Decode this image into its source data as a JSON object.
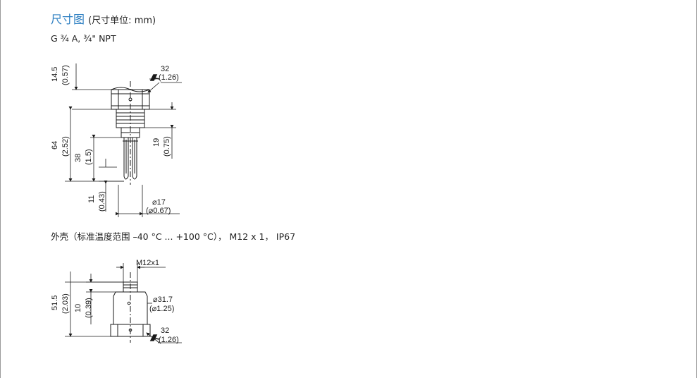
{
  "header": {
    "title": "尺寸图",
    "title_note": "(尺寸单位:  mm)",
    "accent_color": "#2d7fc2"
  },
  "drawing1": {
    "caption": "G ¾ A, ¾\" NPT",
    "dims": {
      "d14_5": "14.5",
      "d14_5_in": "(0.57)",
      "d64": "64",
      "d64_in": "(2.52)",
      "d38": "38",
      "d38_in": "(1.5)",
      "d11": "11",
      "d11_in": "(0.43)",
      "d19": "19",
      "d19_in": "(0.75)",
      "wrench": "32",
      "wrench_in": "(1.26)",
      "dia": "⌀17",
      "dia_in": "(⌀0.67)"
    }
  },
  "drawing2": {
    "caption": "外壳（标准温度范围 –40 °C ... +100 °C）， M12 x 1， IP67",
    "dims": {
      "thread": "M12x1",
      "d51_5": "51.5",
      "d51_5_in": "(2.03)",
      "d10": "10",
      "d10_in": "(0.39)",
      "dia": "⌀31.7",
      "dia_in": "(⌀1.25)",
      "wrench": "32",
      "wrench_in": "(1.26)"
    }
  }
}
